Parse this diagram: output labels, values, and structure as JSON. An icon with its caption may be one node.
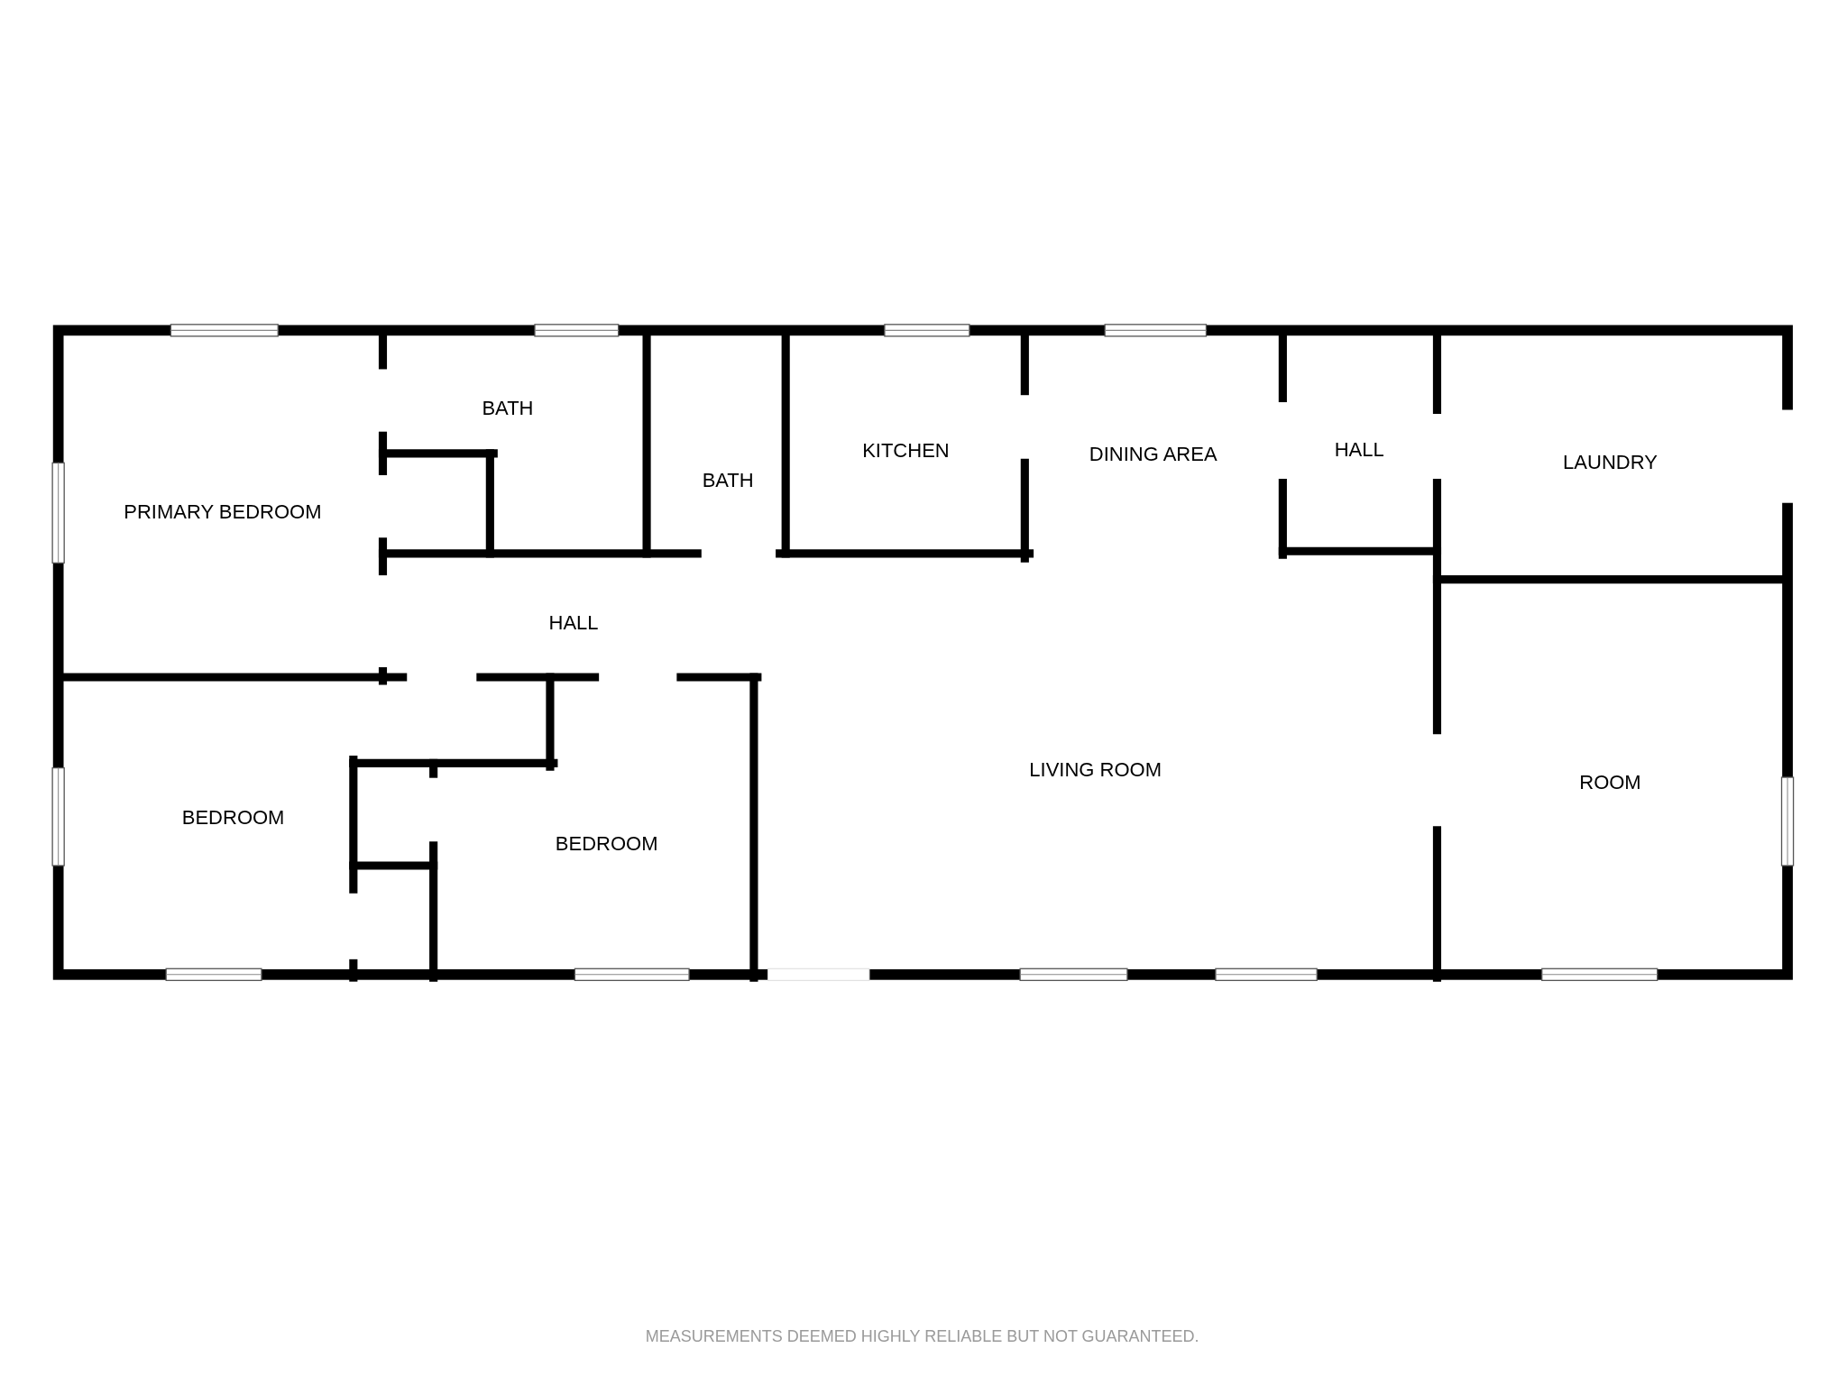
{
  "diagram": {
    "labels": [
      "BATH",
      "KITCHEN",
      "DINING AREA",
      "HALL",
      "LAUNDRY",
      "BATH",
      "PRIMARY BEDROOM",
      "HALL",
      "LIVING ROOM",
      "ROOM",
      "BEDROOM",
      "BEDROOM",
      "MEASUREMENTS DEEMED HIGHLY RELIABLE BUT NOT GUARANTEED."
    ]
  }
}
